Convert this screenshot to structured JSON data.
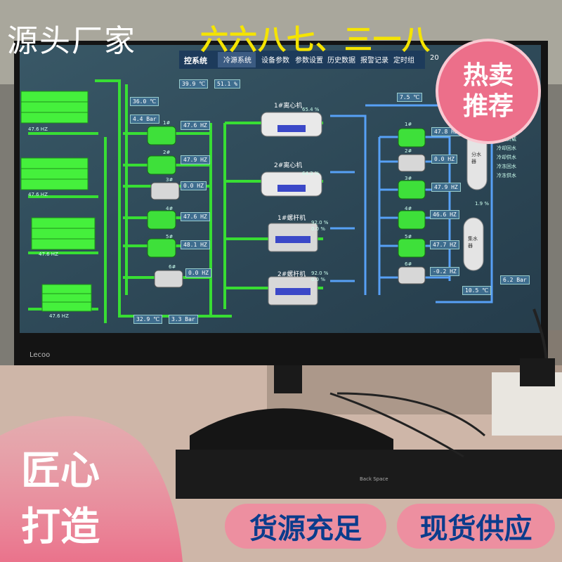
{
  "overlay": {
    "brand": "源头厂家",
    "phone": "六六八七、三一八",
    "badge_line1": "热卖",
    "badge_line2": "推荐",
    "craft_line1": "匠心",
    "craft_line2": "打造",
    "pill_left": "货源充足",
    "pill_right": "现货供应"
  },
  "screen": {
    "title_fragment": "控系统",
    "tabs": [
      "冷源系统",
      "设备参数",
      "参数设置",
      "历史数据",
      "报警记录",
      "定时组"
    ],
    "year_fragment": "20",
    "top_values": [
      "39.9 ℃",
      "51.1 %",
      "7.5 ℃"
    ],
    "left_values": [
      "36.0 ℃",
      "4.4 Bar",
      "32.9 ℃",
      "3.3 Bar"
    ],
    "tower_hz": [
      "47.6 HZ",
      "47.6 HZ",
      "47.6 HZ",
      "47.6 HZ"
    ],
    "cooling_pumps": [
      {
        "name": "1#",
        "hz": "47.6 HZ"
      },
      {
        "name": "2#",
        "hz": "47.9 HZ"
      },
      {
        "name": "3#",
        "hz": "0.0 HZ"
      },
      {
        "name": "4#",
        "hz": "47.6 HZ"
      },
      {
        "name": "5#",
        "hz": "48.1 HZ"
      },
      {
        "name": "6#",
        "hz": "0.0 HZ"
      }
    ],
    "chillers": [
      {
        "name": "1#离心机",
        "load": "65.4 %"
      },
      {
        "name": "2#离心机",
        "load": "64.3 %"
      },
      {
        "name": "1#螺杆机",
        "load": "92.0 %",
        "load2": "0.0 %"
      },
      {
        "name": "2#螺杆机",
        "load": "92.0 %",
        "load2": "0.0 %"
      }
    ],
    "chilled_pumps": [
      {
        "name": "1#",
        "hz": "47.8 HZ"
      },
      {
        "name": "2#",
        "hz": "0.0 HZ"
      },
      {
        "name": "3#",
        "hz": "47.9 HZ"
      },
      {
        "name": "4#",
        "hz": "46.6 HZ"
      },
      {
        "name": "5#",
        "hz": "47.7 HZ"
      },
      {
        "name": "6#",
        "hz": "-0.2 HZ"
      }
    ],
    "right_values": [
      "1.9 %",
      "6.2 Bar",
      "10.5 ℃"
    ],
    "right_labels": [
      "冷机负载",
      "冷却回水",
      "冷却供水",
      "冷冻回水",
      "冷冻供水"
    ],
    "tank1": "分水器",
    "tank2": "集水器",
    "monitor_brand": "Lecoo",
    "key_label": "Back Space"
  },
  "colors": {
    "pipe_green": "#39e632",
    "pipe_blue": "#5aa6ff",
    "screen_bg": "#2f4a5a",
    "nav_bg": "#1d3b5b",
    "badge_pink": "#ec6f8a",
    "phone_yellow": "#f5e400"
  }
}
